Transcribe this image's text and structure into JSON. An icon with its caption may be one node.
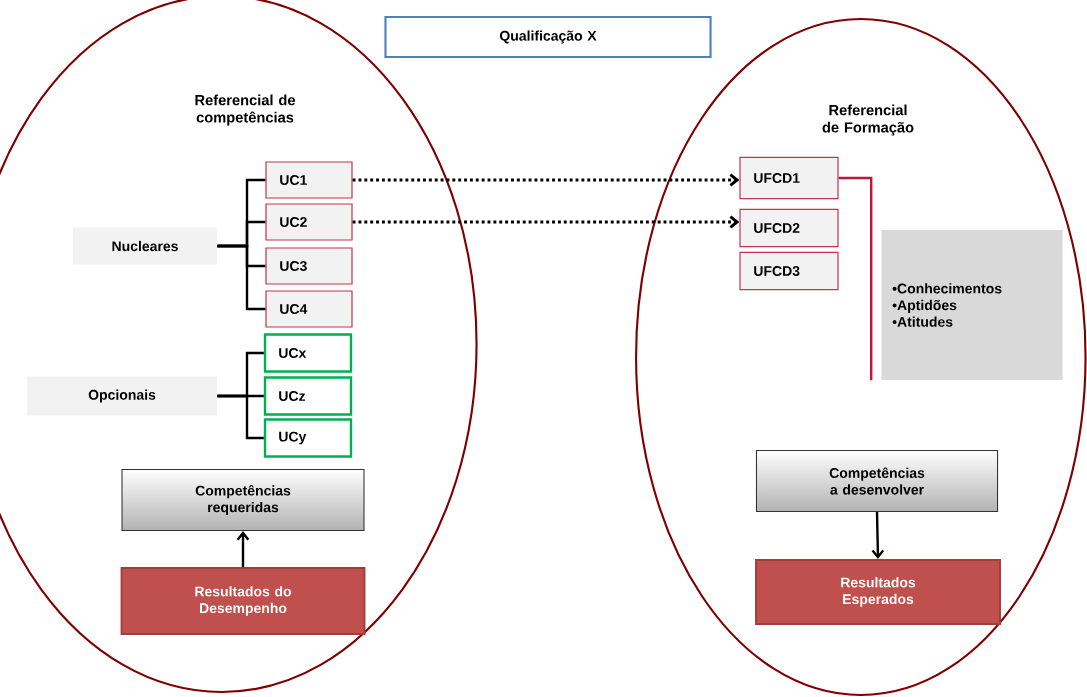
{
  "diagram": {
    "nodes": [
      {
        "text": [
          "Qualificação X"
        ]
      },
      {
        "text": [
          "Referencial de competências"
        ]
      },
      {
        "text": [
          "Nucleares"
        ],
        "in": 1
      },
      {
        "text": [
          "UC1"
        ],
        "in": 1
      },
      {
        "text": [
          "UC2"
        ],
        "in": 1
      },
      {
        "text": [
          "UC3"
        ],
        "in": 1
      },
      {
        "text": [
          "UC4"
        ],
        "in": 1
      },
      {
        "text": [
          "Opcionais"
        ],
        "in": 1
      },
      {
        "text": [
          "UCx"
        ],
        "in": 1
      },
      {
        "text": [
          "UCz"
        ],
        "in": 1
      },
      {
        "text": [
          "UCy"
        ],
        "in": 1
      },
      {
        "text": [
          "Competências requeridas"
        ],
        "in": 1
      },
      {
        "text": [
          "Resultados do Desempenho"
        ],
        "in": 1
      },
      {
        "text": [
          "Referencial de Formação"
        ]
      },
      {
        "text": [
          "UFCD1"
        ],
        "in": 13
      },
      {
        "text": [
          "UFCD2"
        ],
        "in": 13
      },
      {
        "text": [
          "UFCD3"
        ],
        "in": 13
      },
      {
        "text": [
          "•Conhecimentos",
          "•Aptidões",
          "•Atitudes"
        ],
        "in": 13
      },
      {
        "text": [
          "Competências a desenvolver"
        ],
        "in": 13
      },
      {
        "text": [
          "Resultados Esperados"
        ],
        "in": 13
      }
    ],
    "edges": [
      {
        "from": 3,
        "to": 14,
        "arrow": "to",
        "style": "dashed"
      },
      {
        "from": 4,
        "to": 15,
        "arrow": "to",
        "style": "dashed"
      },
      {
        "from": 2,
        "to": 3,
        "arrow": "none"
      },
      {
        "from": 2,
        "to": 4,
        "arrow": "none"
      },
      {
        "from": 2,
        "to": 5,
        "arrow": "none"
      },
      {
        "from": 2,
        "to": 6,
        "arrow": "none"
      },
      {
        "from": 7,
        "to": 8,
        "arrow": "none"
      },
      {
        "from": 7,
        "to": 9,
        "arrow": "none"
      },
      {
        "from": 7,
        "to": 10,
        "arrow": "none"
      },
      {
        "from": 14,
        "to": 17,
        "arrow": "none",
        "color": "#c0163c"
      },
      {
        "from": 12,
        "to": 11,
        "arrow": "to"
      },
      {
        "from": 18,
        "to": 19,
        "arrow": "to"
      }
    ]
  }
}
